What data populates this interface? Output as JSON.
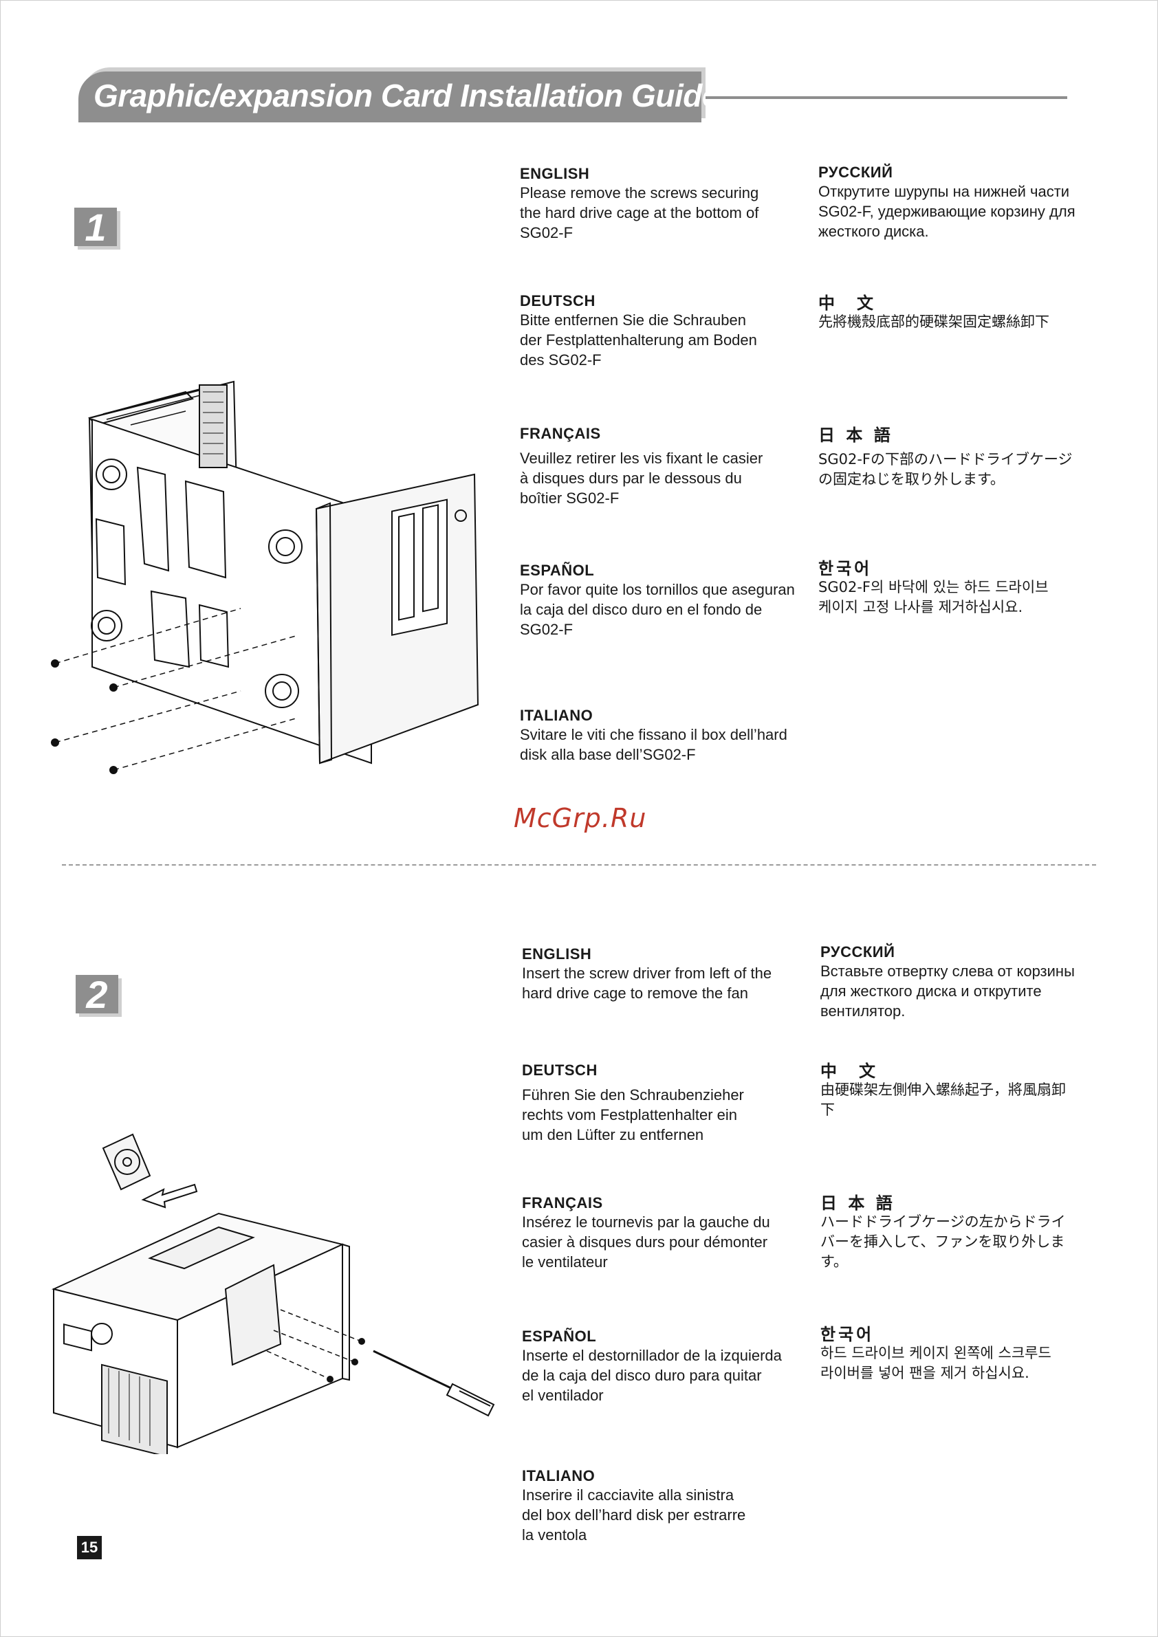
{
  "header": {
    "title": "Graphic/expansion Card Installation Guide"
  },
  "watermark": "McGrp.Ru",
  "page_number": "15",
  "steps": [
    {
      "number": "1",
      "illustration": "hard-drive-cage-screws-diagram",
      "instructions": {
        "english": {
          "heading": "ENGLISH",
          "lines": [
            "Please remove the screws securing",
            "the hard drive cage at the bottom of",
            "SG02-F"
          ]
        },
        "deutsch": {
          "heading": "DEUTSCH",
          "lines": [
            "Bitte entfernen Sie die Schrauben",
            "der Festplattenhalterung am Boden",
            "des SG02-F"
          ]
        },
        "francais": {
          "heading": "FRANÇAIS",
          "lines": [
            "Veuillez retirer les vis fixant le casier",
            "à disques durs par le dessous du",
            "boîtier SG02-F"
          ]
        },
        "espanol": {
          "heading": "ESPAÑOL",
          "lines": [
            "Por favor quite los tornillos que aseguran",
            "la caja del disco duro en el fondo de",
            "SG02-F"
          ]
        },
        "italiano": {
          "heading": "ITALIANO",
          "lines": [
            "Svitare le viti che fissano il box dell’hard",
            "disk alla base dell’SG02-F"
          ]
        },
        "russian": {
          "heading": "РУССКИЙ",
          "lines": [
            "Открутите шурупы на нижней части",
            "SG02-F, удерживающие корзину для",
            "жесткого диска."
          ]
        },
        "chinese": {
          "heading": "中　文",
          "lines": [
            "先將機殼底部的硬碟架固定螺絲卸下"
          ]
        },
        "japanese": {
          "heading": "日 本 語",
          "lines": [
            "SG02-Fの下部のハードドライブケージ",
            "の固定ねじを取り外します。"
          ]
        },
        "korean": {
          "heading": "한국어",
          "lines": [
            "SG02-F의 바닥에 있는 하드 드라이브",
            "케이지 고정 나사를 제거하십시요."
          ]
        }
      }
    },
    {
      "number": "2",
      "illustration": "fan-removal-screwdriver-diagram",
      "instructions": {
        "english": {
          "heading": "ENGLISH",
          "lines": [
            "Insert the screw driver from left of the",
            "hard drive cage to remove the fan"
          ]
        },
        "deutsch": {
          "heading": "DEUTSCH",
          "lines": [
            "Führen Sie den Schraubenzieher",
            "rechts vom Festplattenhalter ein",
            "um den Lüfter zu entfernen"
          ]
        },
        "francais": {
          "heading": "FRANÇAIS",
          "lines": [
            "Insérez le tournevis par la gauche du",
            "casier à disques durs pour démonter",
            "le ventilateur"
          ]
        },
        "espanol": {
          "heading": "ESPAÑOL",
          "lines": [
            "Inserte el destornillador de la izquierda",
            "de la caja del disco duro para quitar",
            "el ventilador"
          ]
        },
        "italiano": {
          "heading": "ITALIANO",
          "lines": [
            "Inserire il cacciavite alla sinistra",
            "del box dell’hard disk per estrarre",
            "la ventola"
          ]
        },
        "russian": {
          "heading": "РУССКИЙ",
          "lines": [
            "Вставьте отвертку слева от корзины",
            "для жесткого диска и открутите",
            "вентилятор."
          ]
        },
        "chinese": {
          "heading": "中　文",
          "lines": [
            "由硬碟架左側伸入螺絲起子，將風扇卸",
            "下"
          ]
        },
        "japanese": {
          "heading": "日 本 語",
          "lines": [
            "ハードドライブケージの左からドライ",
            "バーを挿入して、ファンを取り外しま",
            "す。"
          ]
        },
        "korean": {
          "heading": "한국어",
          "lines": [
            "하드 드라이브 케이지 왼쪽에 스크루드",
            "라이버를 넣어 팬을 제거 하십시요."
          ]
        }
      }
    }
  ]
}
